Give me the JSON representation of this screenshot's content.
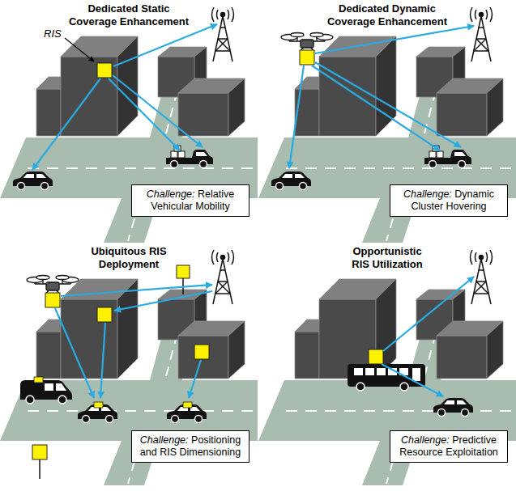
{
  "diagram": {
    "nodes": [
      {
        "text": [
          "Challenge:",
          "Relative Vehicular Mobility"
        ]
      },
      {
        "text": [
          "Challenge:",
          "Dynamic Cluster Hovering"
        ]
      },
      {
        "text": [
          "Challenge:",
          "Positioning and RIS Dimensioning"
        ]
      },
      {
        "text": [
          "Challenge:",
          "Predictive Resource Exploitation"
        ]
      }
    ],
    "labels": [
      "Dedicated Static Coverage Enhancement",
      "Dedicated Dynamic Coverage Enhancement",
      "Ubiquitous RIS Deployment",
      "Opportunistic RIS Utilization",
      "RIS"
    ]
  }
}
